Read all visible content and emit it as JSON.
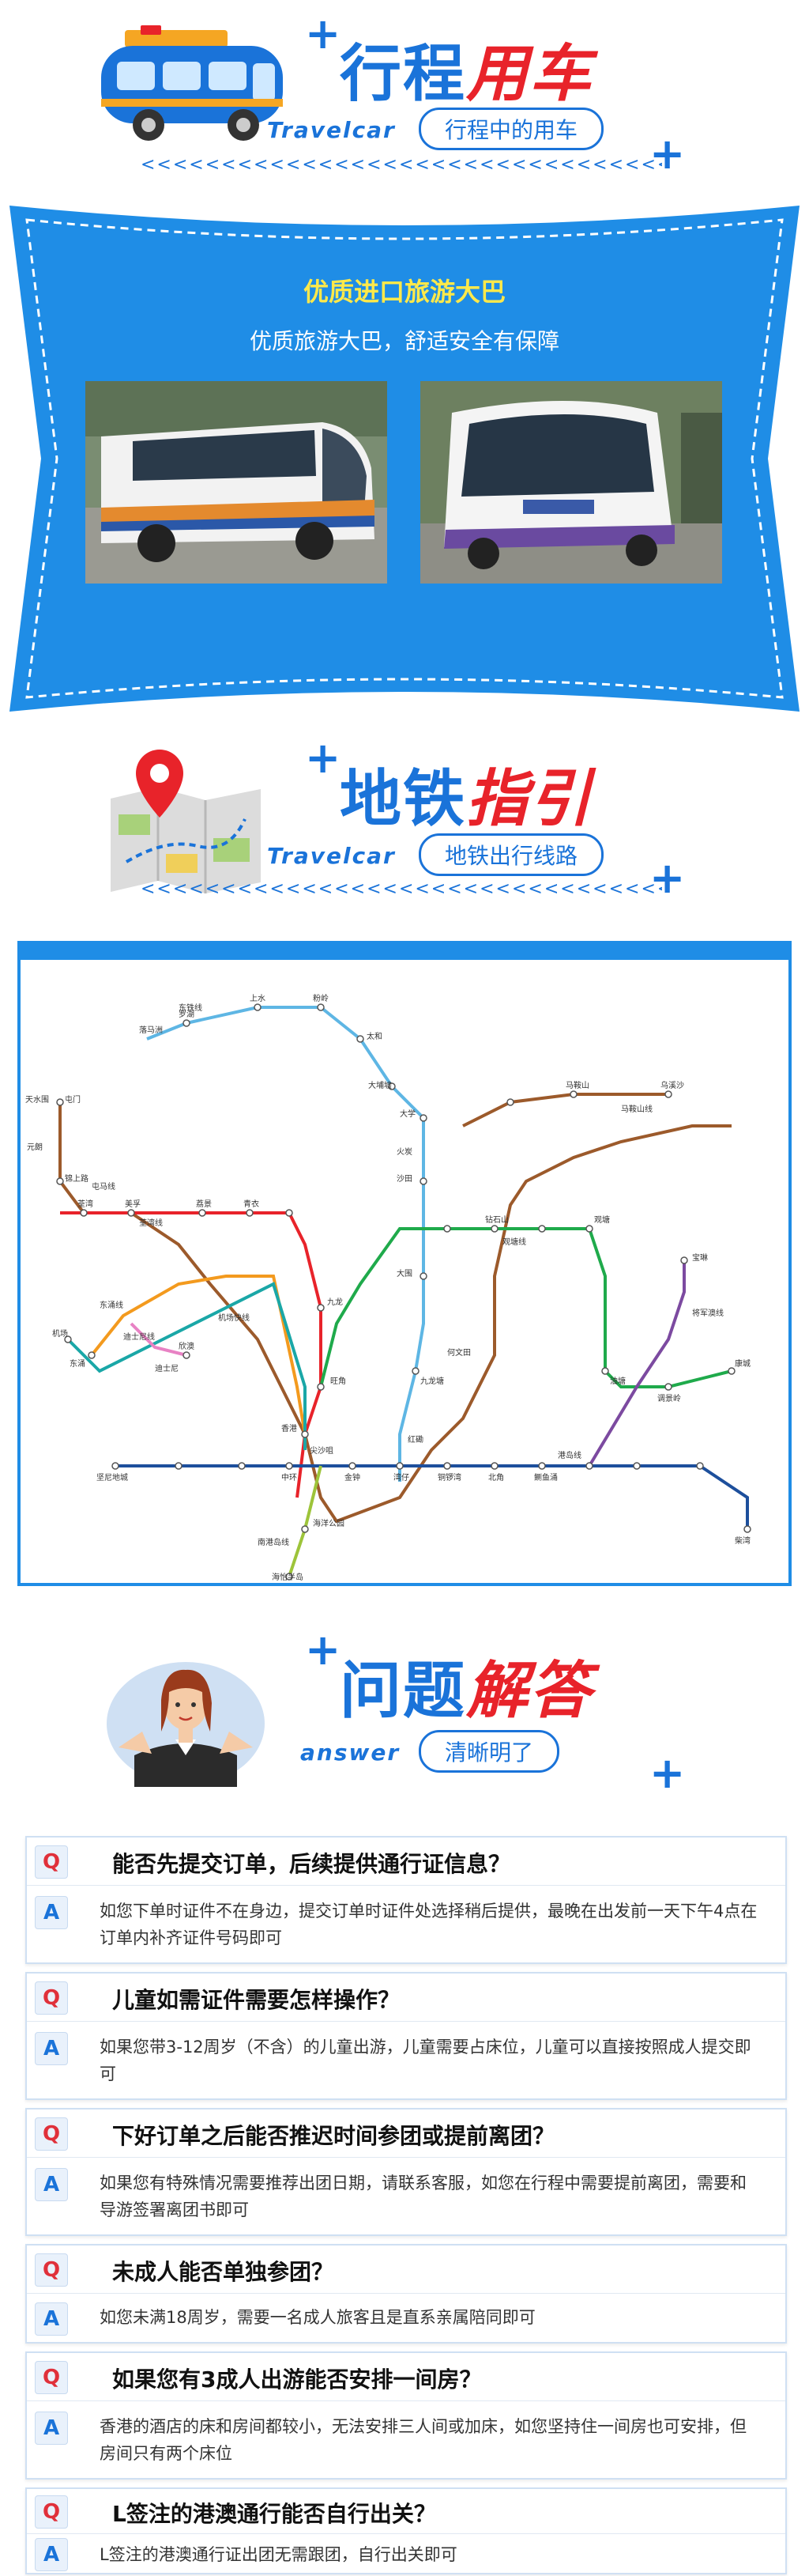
{
  "section1": {
    "title_blue": "行程",
    "title_red": "用车",
    "en": "Travelcar",
    "pill": "行程中的用车"
  },
  "banner": {
    "headline": "优质进口旅游大巴",
    "subline": "优质旅游大巴，舒适安全有保障"
  },
  "section2": {
    "title_blue": "地铁",
    "title_red": "指引",
    "en": "Travelcar",
    "pill": "地铁出行线路"
  },
  "section3": {
    "title_blue": "问题",
    "title_red": "解答",
    "en": "answer",
    "pill": "清晰明了"
  },
  "qa_badges": {
    "q": "Q",
    "a": "A"
  },
  "faq": [
    {
      "q": "能否先提交订单，后续提供通行证信息？",
      "a": "如您下单时证件不在身边，提交订单时证件处选择稍后提供，最晚在出发前一天下午4点在订单内补齐证件号码即可"
    },
    {
      "q": "儿童如需证件需要怎样操作？",
      "a": "如果您带3-12周岁（不含）的儿童出游，儿童需要占床位，儿童可以直接按照成人提交即可"
    },
    {
      "q": "下好订单之后能否推迟时间参团或提前离团？",
      "a": "如果您有特殊情况需要推荐出团日期，请联系客服，如您在行程中需要提前离团，需要和导游签署离团书即可"
    },
    {
      "q": "未成人能否单独参团？",
      "a": "如您未满18周岁，需要一名成人旅客且是直系亲属陪同即可"
    },
    {
      "q": "如果您有3成人出游能否安排一间房？",
      "a": "香港的酒店的床和房间都较小，无法安排三人间或加床，如您坚持住一间房也可安排，但房间只有两个床位"
    },
    {
      "q": "L签注的港澳通行能否自行出关？",
      "a": "L签注的港澳通行证出团无需跟团，自行出关即可"
    }
  ],
  "mtr": {
    "lines": {
      "east_rail": "东铁线",
      "tuen_ma": "屯马线",
      "tsuen_wan": "荃湾线",
      "kwun_tong": "观塘线",
      "island": "港岛线",
      "tung_chung": "东涌线",
      "airport": "机场快线",
      "disney": "迪士尼线",
      "south_island": "南港岛线",
      "tko": "将军澳线",
      "ma_on_shan": "马鞍山线"
    },
    "stations": {
      "lo_wu": "罗湖",
      "lok_ma_chau": "落马洲",
      "sheung_shui": "上水",
      "fanling": "粉岭",
      "tai_wo": "太和",
      "tai_po": "大埔墟",
      "university": "大学",
      "fo_tan": "火炭",
      "sha_tin": "沙田",
      "tai_wai": "大围",
      "kowloon_tong": "九龙塘",
      "tuen_mun": "屯门",
      "yuen_long": "元朗",
      "tin_shui_wai": "天水围",
      "kam_sheung": "锦上路",
      "tsuen_wan": "荃湾",
      "mei_foo": "美孚",
      "lai_king": "荔景",
      "tsing_yi": "青衣",
      "sunny_bay": "欣澳",
      "tung_chung_st": "东涌",
      "airport_st": "机场",
      "disney_st": "迪士尼",
      "kowloon": "九龙",
      "hong_kong": "香港",
      "central": "中环",
      "admiralty": "金钟",
      "wan_chai": "湾仔",
      "causeway_bay": "铜锣湾",
      "north_point": "北角",
      "quarry_bay": "鲗鱼涌",
      "chai_wan": "柴湾",
      "kennedy_town": "坚尼地城",
      "ocean_park": "海洋公园",
      "south_horizons": "海怡半岛",
      "wu_kai_sha": "乌溪沙",
      "ma_on_shan_st": "马鞍山",
      "po_lam": "宝琳",
      "lohas_park": "康城",
      "tiu_keng_leng": "调景岭",
      "yau_tong": "油塘",
      "kwun_tong_st": "观塘",
      "diamond_hill": "钻石山",
      "mong_kok": "旺角",
      "tsim_sha_tsui": "尖沙咀",
      "hung_hom": "红磡",
      "ho_man_tin": "何文田"
    }
  },
  "colors": {
    "brand_blue": "#1a73d9",
    "accent_red": "#e8232a",
    "banner_yellow": "#ffe94a"
  }
}
